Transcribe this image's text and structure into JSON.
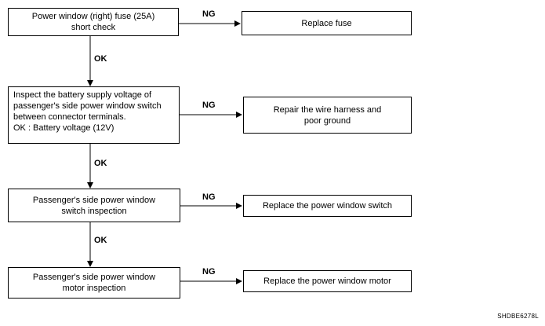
{
  "steps": [
    {
      "lines": [
        "Power window (right) fuse (25A)",
        "short check"
      ]
    },
    {
      "lines": [
        "Inspect the battery supply voltage of",
        "passenger's side power window switch",
        "between connector terminals.",
        "OK : Battery voltage (12V)"
      ]
    },
    {
      "lines": [
        "Passenger's side power window",
        "switch inspection"
      ]
    },
    {
      "lines": [
        "Passenger's side power window",
        "motor inspection"
      ]
    }
  ],
  "results": [
    {
      "lines": [
        "Replace fuse"
      ]
    },
    {
      "lines": [
        "Repair the wire harness and",
        "poor ground"
      ]
    },
    {
      "lines": [
        "Replace the power window switch"
      ]
    },
    {
      "lines": [
        "Replace the power window motor"
      ]
    }
  ],
  "labels": {
    "ok": "OK",
    "ng": "NG"
  },
  "figure_ref": "SHDBE6278L"
}
